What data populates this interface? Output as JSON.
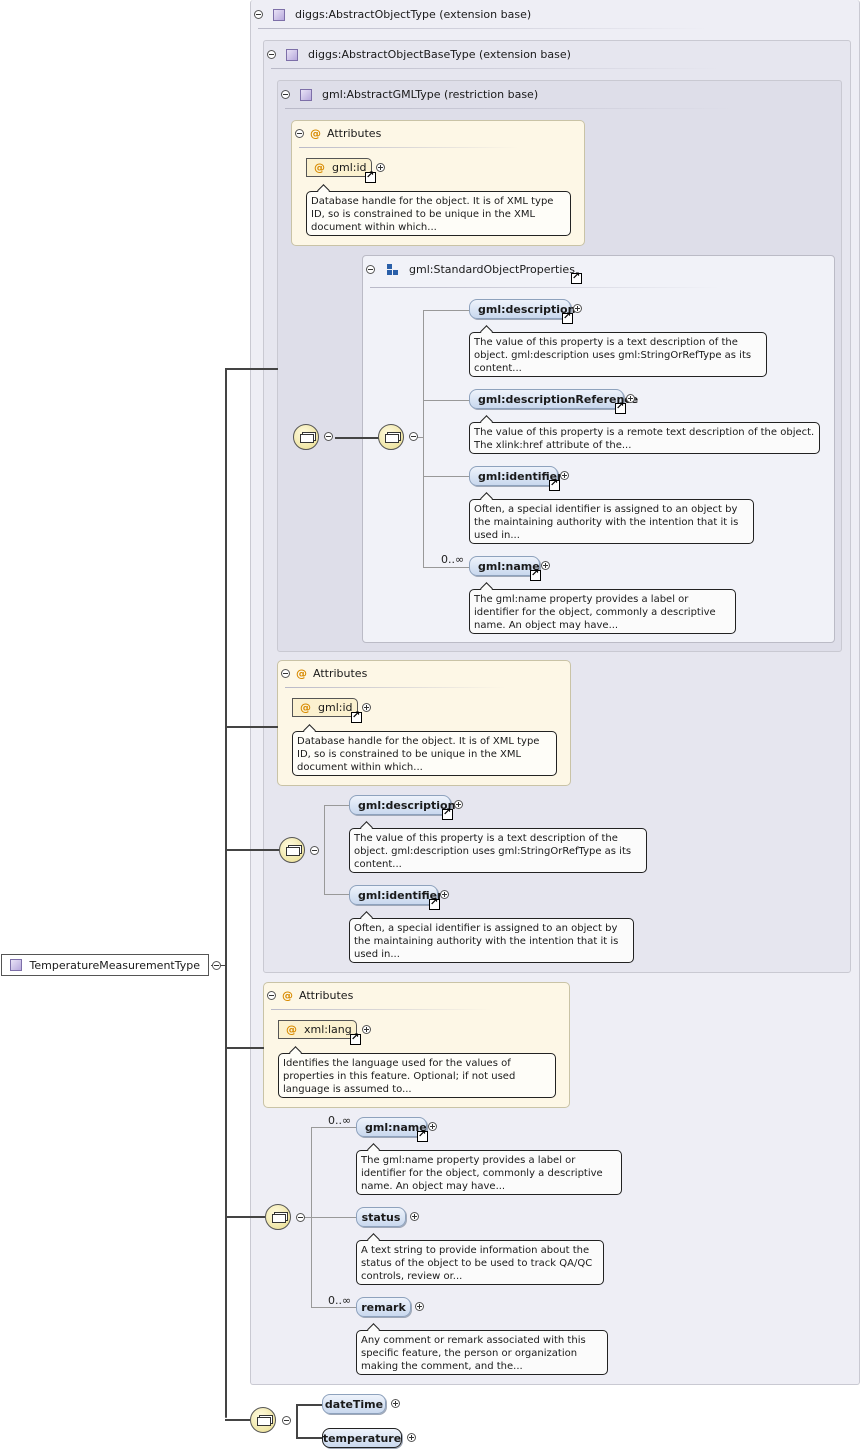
{
  "root": {
    "label": "TemperatureMeasurementType"
  },
  "types": {
    "abstract_object": "diggs:AbstractObjectType (extension base)",
    "abstract_object_base": "diggs:AbstractObjectBaseType (extension base)",
    "abstract_gml": "gml:AbstractGMLType (restriction base)",
    "standard_props": "gml:StandardObjectProperties"
  },
  "attributes": {
    "header": "Attributes",
    "gml_id": {
      "name": "gml:id",
      "doc": "Database handle for the object. It is of XML type ID, so is constrained to be unique in the XML document within which..."
    },
    "xml_lang": {
      "name": "xml:lang",
      "doc": "Identifies the language used for the values of properties in this feature. Optional; if not used language is assumed to..."
    }
  },
  "standard_object_properties": [
    {
      "name": "gml:description",
      "doc": "The value of this property is a text description of the object. gml:description uses gml:StringOrRefType as its content..."
    },
    {
      "name": "gml:descriptionReference",
      "doc": "The value of this property is a remote text description of the object. The xlink:href attribute of the..."
    },
    {
      "name": "gml:identifier",
      "doc": "Often, a special identifier is assigned to an object by the maintaining authority with the intention that it is used in..."
    },
    {
      "name": "gml:name",
      "mult": "0..∞",
      "doc": "The gml:name property provides a label or identifier for the object, commonly a descriptive name. An object may have..."
    }
  ],
  "base_sequence": [
    {
      "name": "gml:description",
      "doc": "The value of this property is a text description of the object. gml:description uses gml:StringOrRefType as its content..."
    },
    {
      "name": "gml:identifier",
      "doc": "Often, a special identifier is assigned to an object by the maintaining authority with the intention that it is used in..."
    }
  ],
  "object_sequence": [
    {
      "name": "gml:name",
      "mult": "0..∞",
      "doc": "The gml:name property provides a label or identifier for the object, commonly a descriptive name. An object may have..."
    },
    {
      "name": "status",
      "doc": "A text string to provide information about the status of the object to be used to track QA/QC controls, review or..."
    },
    {
      "name": "remark",
      "mult": "0..∞",
      "doc": "Any comment or remark associated with this specific feature, the person or organization making the comment, and the..."
    }
  ],
  "measurement_sequence": [
    {
      "name": "dateTime"
    },
    {
      "name": "temperature"
    }
  ],
  "colors": {
    "type_box": "#eeeef5",
    "attribute_box": "#fdf7e6",
    "element_pill": "#c9d8ee",
    "compositor": "#e8dc8c",
    "attribute_marker": "#d88a00"
  }
}
